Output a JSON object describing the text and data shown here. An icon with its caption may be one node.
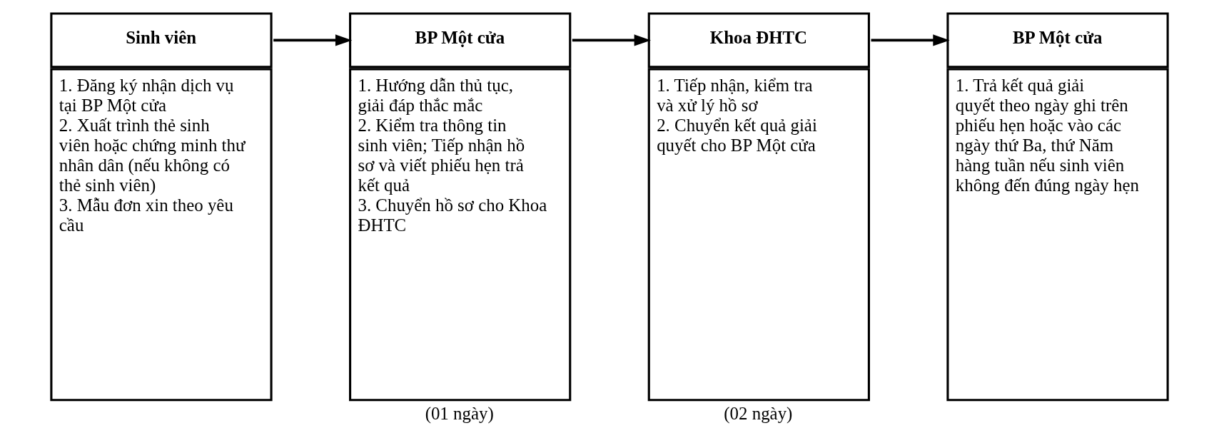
{
  "diagram": {
    "nodes": [
      {
        "text": [
          "Sinh viên",
          "1. Đăng ký nhận dịch vụ tại BP Một cửa",
          "2. Xuất trình thẻ sinh viên hoặc chứng minh thư nhân dân (nếu không có thẻ sinh viên)",
          "3. Mẫu đơn xin theo yêu cầu"
        ]
      },
      {
        "text": [
          "BP Một cửa",
          "1. Hướng dẫn thủ tục, giải đáp thắc mắc",
          "2. Kiểm tra thông tin sinh viên; Tiếp nhận hồ sơ và viết phiếu hẹn trả kết quả",
          "3. Chuyển hồ sơ cho Khoa ĐHTC"
        ],
        "beside": [
          "(01 ngày)"
        ]
      },
      {
        "text": [
          "Khoa ĐHTC",
          "1. Tiếp nhận, kiểm tra và xử lý hồ sơ",
          "2. Chuyển kết quả giải quyết cho BP Một cửa"
        ],
        "beside": [
          "(02 ngày)"
        ]
      },
      {
        "text": [
          "BP Một cửa",
          "1. Trả kết quả giải quyết theo ngày ghi trên phiếu hẹn hoặc vào các ngày thứ Ba, thứ Năm hàng tuần nếu sinh viên không đến đúng ngày hẹn"
        ]
      }
    ],
    "edges": [
      {
        "from": 0,
        "to": 1,
        "arrow": "to"
      },
      {
        "from": 1,
        "to": 2,
        "arrow": "to"
      },
      {
        "from": 2,
        "to": 3,
        "arrow": "to"
      }
    ]
  }
}
